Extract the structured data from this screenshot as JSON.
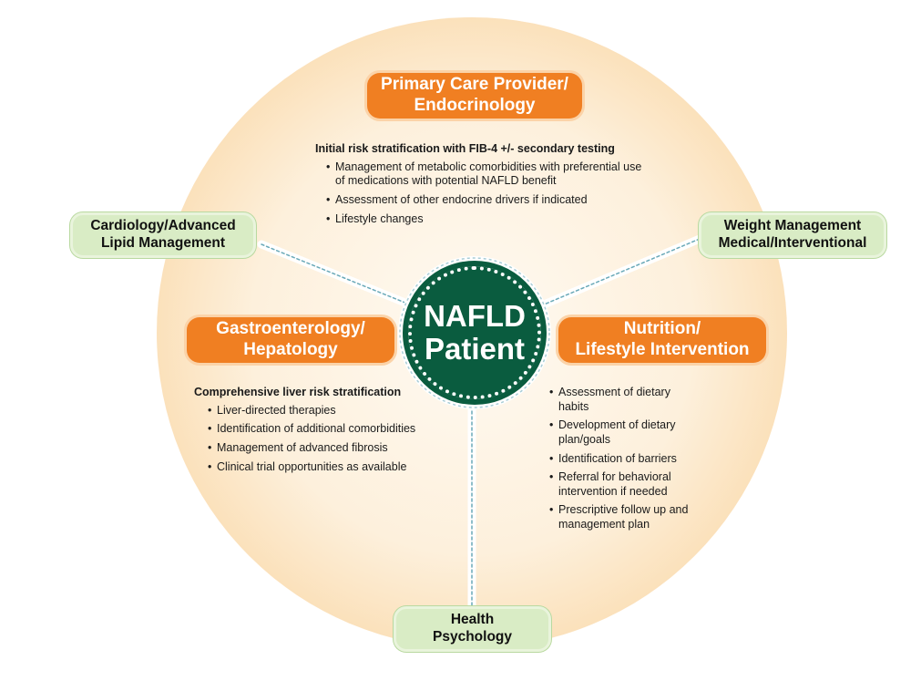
{
  "center": {
    "line1": "NAFLD",
    "line2": "Patient"
  },
  "primary_care": {
    "title_line1": "Primary Care Provider/",
    "title_line2": "Endocrinology",
    "heading": "Initial risk stratification with FIB-4 +/- secondary testing",
    "bullets": [
      "Management of metabolic comorbidities with preferential use of medications with potential NAFLD benefit",
      "Assessment of other endocrine drivers if indicated",
      "Lifestyle changes"
    ]
  },
  "gastro": {
    "title_line1": "Gastroenterology/",
    "title_line2": "Hepatology",
    "heading": "Comprehensive liver risk stratification",
    "bullets": [
      "Liver-directed therapies",
      "Identification of additional comorbidities",
      "Management of advanced fibrosis",
      "Clinical trial opportunities as available"
    ]
  },
  "nutrition": {
    "title_line1": "Nutrition/",
    "title_line2": "Lifestyle Intervention",
    "bullets": [
      "Assessment of dietary habits",
      "Development of dietary plan/goals",
      "Identification of barriers",
      "Referral for behavioral intervention if needed",
      "Prescriptive follow up and management plan"
    ]
  },
  "cardiology": {
    "line1": "Cardiology/Advanced",
    "line2": "Lipid Management"
  },
  "weight": {
    "line1": "Weight Management",
    "line2": "Medical/Interventional"
  },
  "psychology": {
    "line1": "Health",
    "line2": "Psychology"
  },
  "colors": {
    "circle_fill": "#fde9cc",
    "orange": "#f07f22",
    "green_box": "#d9ecc5",
    "center_fill": "#0a5c3f",
    "connector": "#6aa9b8"
  }
}
